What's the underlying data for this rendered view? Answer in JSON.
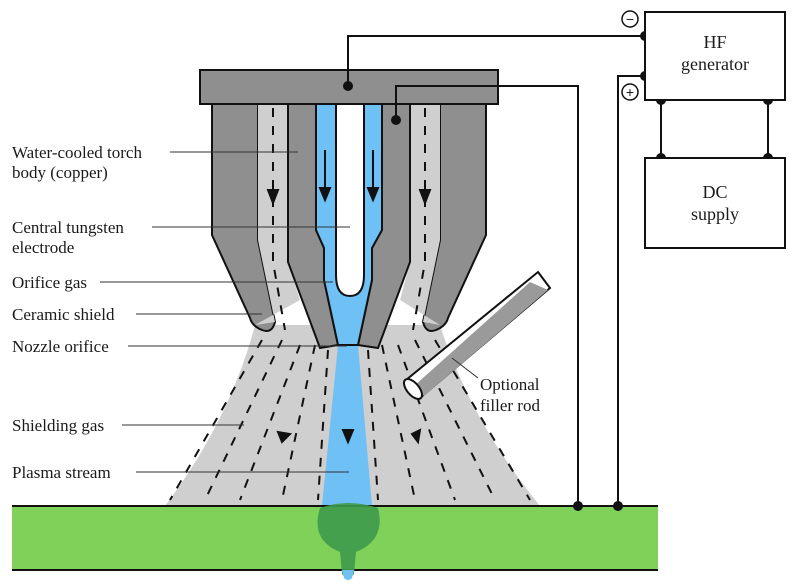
{
  "title": "Plasma arc welding torch schematic",
  "labels": {
    "torch_body": [
      "Water-cooled torch",
      "body (copper)"
    ],
    "electrode": [
      "Central tungsten",
      "electrode"
    ],
    "orifice_gas": [
      "Orifice gas"
    ],
    "ceramic_shield": [
      "Ceramic shield"
    ],
    "nozzle_orifice": [
      "Nozzle orifice"
    ],
    "shielding_gas": [
      "Shielding gas"
    ],
    "plasma_stream": [
      "Plasma stream"
    ],
    "filler_rod": [
      "Optional",
      "filler rod"
    ]
  },
  "boxes": {
    "hf_generator": [
      "HF",
      "generator"
    ],
    "dc_supply": [
      "DC",
      "supply"
    ]
  },
  "terminals": {
    "negative": "−",
    "positive": "+"
  },
  "colors": {
    "torch_gray": "#8f8f8f",
    "gas_light_gray": "#cfcfcf",
    "plasma_blue": "#6ec0f5",
    "workpiece_green": "#7fd15a",
    "weld_pool_green": "#3e9a4a"
  }
}
